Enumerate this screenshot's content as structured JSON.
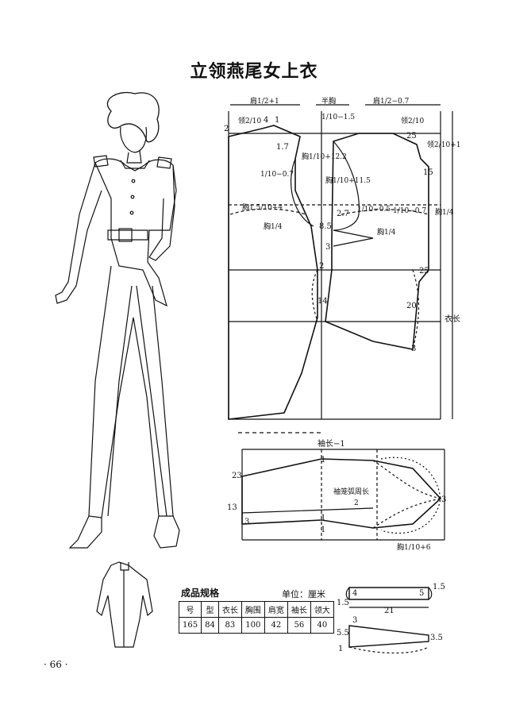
{
  "title": "立领燕尾女上衣",
  "page_number": "· 66 ·",
  "spec": {
    "title": "成品规格",
    "unit": "单位：厘米",
    "headers": [
      "号",
      "型",
      "衣长",
      "胸围",
      "肩宽",
      "袖长",
      "领大"
    ],
    "values": [
      "165",
      "84",
      "83",
      "100",
      "42",
      "56",
      "40"
    ]
  },
  "labels": {
    "shoulder_left": "肩1/2+1",
    "half_chest": "半胸",
    "half_chest_f": "1/10−1.5",
    "shoulder_right": "肩1/2−0.7",
    "collar_l": "领2/10",
    "collar_r": "领2/10",
    "collar_r2": "领2/10+1",
    "chest_f1": "胸1/10+12.2",
    "chest_f2": "胸1/10+11.5",
    "chest_l1": "胸1.5/10+4",
    "chest_l2": "胸1/4",
    "chest_r1": "1/10−0.5",
    "chest_r2": "1/10−0.7",
    "chest_r3": "胸1/4",
    "chest_side": "胸1/4",
    "f1_10_07": "1/10−0.7",
    "garment_length": "衣长",
    "sleeve_length": "袖长−1",
    "sleeve_cap": "袖笼弧周长",
    "sleeve_cap_f": "2",
    "sleeve_chest": "胸1/10+6",
    "dims": [
      "2",
      "4",
      "1",
      "1.7",
      "25",
      "15",
      "2.7",
      "8.5",
      "3",
      "2",
      "14",
      "25",
      "20",
      "3",
      "1",
      "23",
      "13",
      "3",
      "1",
      "1",
      "3",
      "1.5",
      "4",
      "5",
      "1.5",
      "21",
      "3",
      "5.5",
      "3.5",
      "1"
    ]
  }
}
